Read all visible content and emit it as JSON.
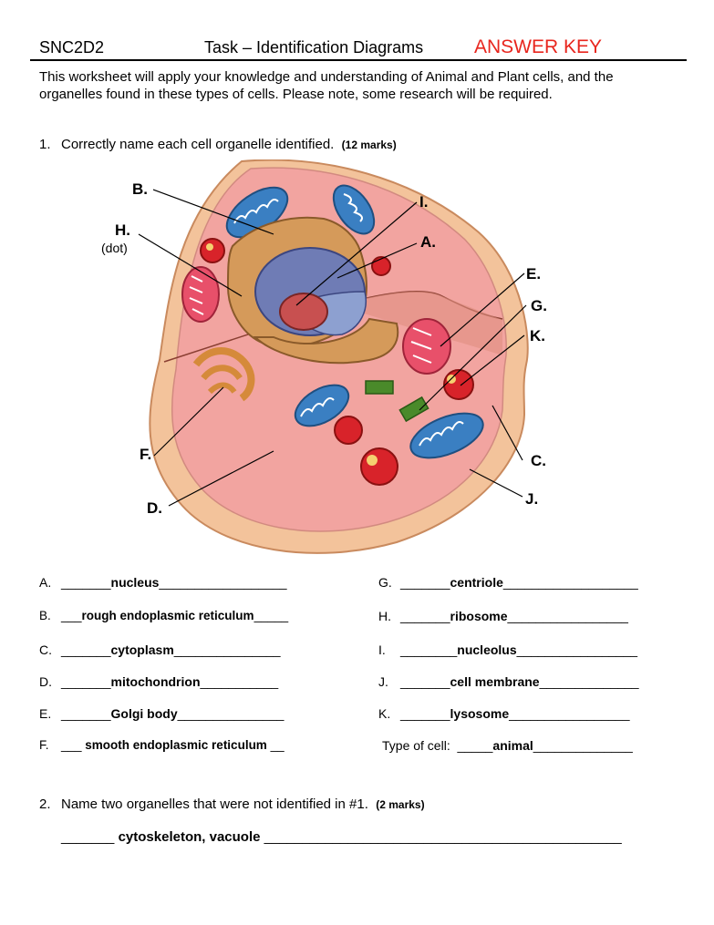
{
  "header": {
    "course": "SNC2D2",
    "title": "Task – Identification Diagrams",
    "answer_key": "ANSWER KEY"
  },
  "intro": "This worksheet will apply your knowledge and understanding of Animal and Plant cells, and the organelles found in these types of cells. Please note, some research will be required.",
  "question1": {
    "number": "1.",
    "text": "Correctly name each cell organelle identified.",
    "marks": "(12 marks)"
  },
  "diagram": {
    "labels": {
      "A": "A.",
      "B": "B.",
      "C": "C.",
      "D": "D.",
      "E": "E.",
      "F": "F.",
      "G": "G.",
      "H": "H.",
      "I": "I.",
      "J": "J.",
      "K": "K."
    },
    "h_note": "(dot)"
  },
  "answers_left": [
    {
      "letter": "A.",
      "pre": "_______",
      "answer": "nucleus",
      "post": "__________________"
    },
    {
      "letter": "B.",
      "pre": "___",
      "answer": "rough endoplasmic reticulum",
      "post": "_____"
    },
    {
      "letter": "C.",
      "pre": "_______",
      "answer": "cytoplasm",
      "post": "_______________"
    },
    {
      "letter": "D.",
      "pre": "_______",
      "answer": "mitochondrion",
      "post": "___________"
    },
    {
      "letter": "E.",
      "pre": "_______",
      "answer": "Golgi body",
      "post": "_______________"
    },
    {
      "letter": "F.",
      "pre": "___ ",
      "answer": "smooth endoplasmic reticulum",
      "post": " __"
    }
  ],
  "answers_right": [
    {
      "letter": "G.",
      "pre": "_______",
      "answer": "centriole",
      "post": "___________________"
    },
    {
      "letter": "H.",
      "pre": "_______",
      "answer": "ribosome",
      "post": "_________________"
    },
    {
      "letter": "I.",
      "pre": "________",
      "answer": "nucleolus",
      "post": "_________________"
    },
    {
      "letter": "J.",
      "pre": "_______",
      "answer": "cell membrane",
      "post": "______________"
    },
    {
      "letter": "K.",
      "pre": "_______",
      "answer": "lysosome",
      "post": "_________________"
    }
  ],
  "cell_type": {
    "label": "Type of  cell:",
    "pre": "_____",
    "answer": "animal",
    "post": "______________"
  },
  "question2": {
    "number": "2.",
    "text": "Name two organelles that were not identified in #1.",
    "marks": "(2 marks)",
    "answer_pre": "_______ ",
    "answer": "cytoskeleton, vacuole",
    "answer_post": " _______________________________________________"
  }
}
